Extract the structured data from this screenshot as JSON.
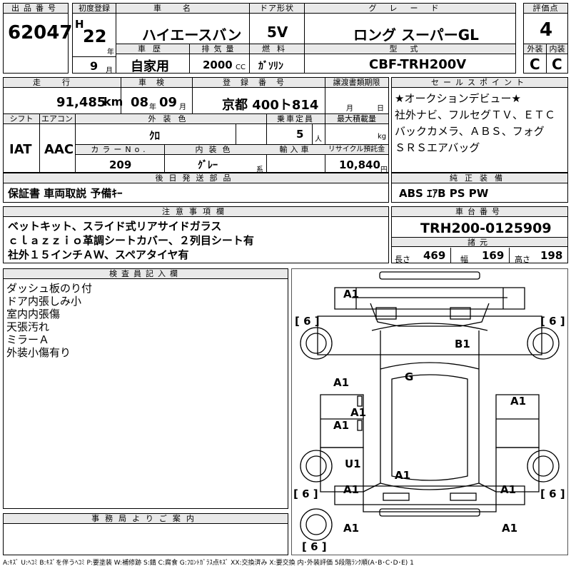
{
  "top": {
    "lot_no_label": "出品番号",
    "lot_no": "62047",
    "first_reg_label": "初度登録",
    "era": "H",
    "year_num": "22",
    "year_unit": "年",
    "month_num": "9",
    "month_unit": "月",
    "car_name_label": "車名",
    "car_name": "ハイエースバン",
    "door_label": "ドア形状",
    "door": "5V",
    "grade_label": "グレード",
    "grade": "ロング スーパーGL",
    "score_label": "評価点",
    "score": "4",
    "history_label": "車歴",
    "history": "自家用",
    "displacement_label": "排気量",
    "displacement": "2000",
    "displacement_unit": "CC",
    "fuel_label": "燃料",
    "fuel": "ｶﾞｿﾘﾝ",
    "model_label": "型式",
    "model": "CBF-TRH200V",
    "exterior_label": "外装",
    "exterior": "C",
    "interior_label": "内装",
    "interior": "C"
  },
  "row2": {
    "mileage_label": "走行",
    "mileage": "91,485",
    "mileage_unit": "km",
    "inspection_label": "車検",
    "inspection_year": "08",
    "inspection_year_unit": "年",
    "inspection_month": "09",
    "inspection_month_unit": "月",
    "reg_no_label": "登録番号",
    "reg_no": "京都 400ト814",
    "transfer_label": "譲渡書類期限",
    "transfer_month_unit": "月",
    "transfer_day_unit": "日"
  },
  "row3": {
    "shift_label": "シフト",
    "shift": "IAT",
    "ac_label": "エアコン",
    "ac": "AAC",
    "ext_color_label": "外装色",
    "ext_color": "ｸﾛ",
    "capacity_label": "乗車定員",
    "capacity": "5",
    "capacity_unit": "人",
    "max_load_label": "最大積載量",
    "max_load_unit": "kg",
    "color_no_label": "カラーNo.",
    "color_no": "209",
    "int_color_label": "内装色",
    "int_color": "ｸﾞﾚｰ",
    "int_color_unit": "系",
    "import_label": "輸入車",
    "recycle_label": "リサイクル預託金",
    "recycle": "10,840",
    "recycle_unit": "円"
  },
  "sales_point": {
    "label": "セールスポイント",
    "lines": [
      "★オークションデビュー★",
      "社外ナビ、フルセグＴＶ、ＥＴＣ",
      "バックカメラ、ＡＢＳ、フォグ",
      "ＳＲＳエアバッグ"
    ]
  },
  "later_parts": {
    "label": "後日発送部品",
    "text": "保証書 車両取説 予備ｷｰ"
  },
  "genuine_equip": {
    "label": "純正装備",
    "text": "ABS ｴｱB PS PW"
  },
  "notes": {
    "label": "注意事項欄",
    "lines": [
      "ベットキット、スライド式リアサイドガラス",
      "ｃｌａｚｚｉｏ革調シートカバー、２列目シート有",
      "社外１５インチＡＷ、スペアタイヤ有"
    ]
  },
  "chassis": {
    "label": "車台番号",
    "value": "TRH200-0125909",
    "dims_label": "諸元",
    "length_label": "長さ",
    "length": "469",
    "width_label": "幅",
    "width": "169",
    "height_label": "高さ",
    "height": "198"
  },
  "inspector": {
    "label": "検査員記入欄",
    "lines": [
      "ダッシュ板のり付",
      "ドア内張しみ小",
      "室内内張傷",
      "天張汚れ",
      "ミラーＡ",
      "外装小傷有り"
    ]
  },
  "office": {
    "label": "事務局よりご案内"
  },
  "diagram": {
    "marks": [
      "A1",
      "B1",
      "G",
      "A1",
      "A1",
      "A1",
      "A1",
      "U1",
      "A1",
      "A1",
      "A1",
      "A1",
      "A1"
    ],
    "tire_marks": [
      "6",
      "6",
      "6",
      "6",
      "6"
    ]
  },
  "legend": "A:ｷｽﾞ U:ﾍｺﾐ B:ｷｽﾞを伴うﾍｺﾐ P:要塗装 W:補修跡 S:錆 C:腐食 G:ﾌﾛﾝﾄｶﾞﾗｽ点ｷｽﾞ XX:交換済み X:要交換  内･外装評価  5段階ﾗﾝｸ順(A･B･C･D･E) 1"
}
